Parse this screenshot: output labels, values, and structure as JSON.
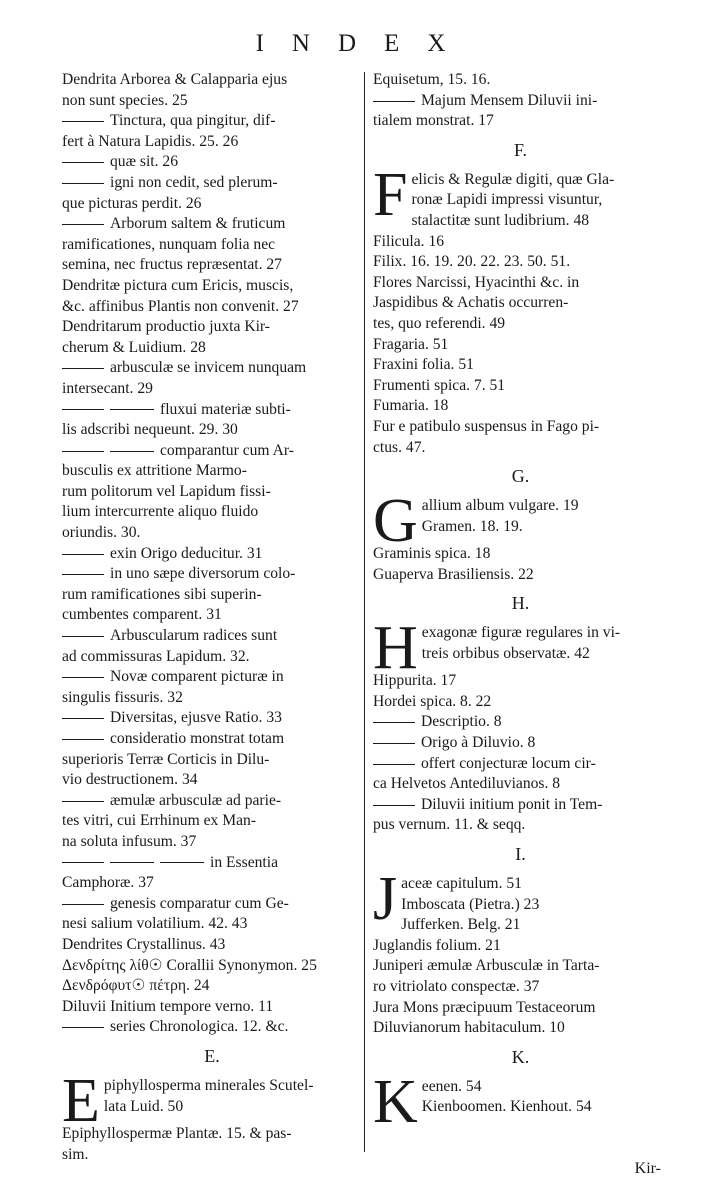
{
  "header": {
    "title": "INDEX"
  },
  "left_column": [
    {
      "lines": [
        "Dendrita Arborea & Calapparia ejus",
        "non sunt species. 25"
      ]
    },
    {
      "dash": true,
      "lines": [
        "Tinctura, qua pingitur, dif-",
        "fert à Natura Lapidis. 25. 26"
      ]
    },
    {
      "dash": true,
      "lines": [
        "quæ sit. 26"
      ]
    },
    {
      "dash": true,
      "lines": [
        "igni non cedit, sed plerum-",
        "que picturas perdit. 26"
      ]
    },
    {
      "dash": true,
      "lines": [
        "Arborum saltem & fruticum",
        "ramificationes, nunquam folia nec",
        "semina, nec fructus repræsentat. 27"
      ]
    },
    {
      "lines": [
        "Dendritæ pictura cum Ericis, muscis,",
        "&c. affinibus Plantis non convenit. 27"
      ]
    },
    {
      "lines": [
        "Dendritarum productio juxta Kir-",
        "cherum & Luidium. 28"
      ]
    },
    {
      "dash": true,
      "lines": [
        "arbusculæ se invicem nunquam",
        "intersecant. 29"
      ]
    },
    {
      "dash": true,
      "dash2": true,
      "lines": [
        "fluxui materiæ subti-",
        "lis adscribi nequeunt. 29. 30"
      ]
    },
    {
      "dash": true,
      "dash2": true,
      "lines": [
        "comparantur cum Ar-",
        "busculis ex attritione Marmo-",
        "rum politorum vel Lapidum fissi-",
        "lium intercurrente aliquo fluido",
        "oriundis. 30."
      ]
    },
    {
      "dash": true,
      "lines": [
        "exin Origo deducitur. 31"
      ]
    },
    {
      "dash": true,
      "lines": [
        "in uno sæpe diversorum colo-",
        "rum ramificationes sibi superin-",
        "cumbentes comparent. 31"
      ]
    },
    {
      "dash": true,
      "lines": [
        "Arbuscularum radices sunt",
        "ad commissuras Lapidum. 32."
      ]
    },
    {
      "dash": true,
      "lines": [
        "Novæ comparent picturæ in",
        "singulis fissuris. 32"
      ]
    },
    {
      "dash": true,
      "lines": [
        "Diversitas, ejusve Ratio. 33"
      ]
    },
    {
      "dash": true,
      "lines": [
        "consideratio monstrat totam",
        "superioris Terræ Corticis in Dilu-",
        "vio destructionem. 34"
      ]
    },
    {
      "dash": true,
      "lines": [
        "æmulæ arbusculæ ad parie-",
        "tes vitri, cui Errhinum ex Man-",
        "na soluta infusum. 37"
      ]
    },
    {
      "dash": true,
      "dash2": true,
      "triple": true,
      "lines": [
        "in Essentia",
        "Camphoræ. 37"
      ]
    },
    {
      "dash": true,
      "lines": [
        "genesis comparatur cum Ge-",
        "nesi salium volatilium. 42. 43"
      ]
    },
    {
      "lines": [
        "Dendrites Crystallinus. 43"
      ]
    },
    {
      "lines": [
        "Δενδρίτης λίθ☉ Corallii Synonymon. 25"
      ]
    },
    {
      "lines": [
        "Δενδρόφυτ☉ πέτρη. 24"
      ]
    },
    {
      "lines": [
        "Diluvii Initium tempore verno. 11"
      ]
    },
    {
      "dash": true,
      "lines": [
        "series Chronologica. 12. &c."
      ]
    }
  ],
  "section_e": {
    "letter": "E.",
    "entries": [
      {
        "dropcap": "E",
        "lines": [
          "piphyllosperma minerales Scutel-",
          "lata Luid. 50"
        ]
      },
      {
        "lines": [
          "Epiphyllospermæ Plantæ. 15. & pas-",
          "sim."
        ]
      }
    ]
  },
  "right_column": {
    "pre": [
      {
        "lines": [
          "Equisetum, 15. 16."
        ]
      },
      {
        "dash": true,
        "lines": [
          "Majum Mensem Diluvii ini-",
          "tialem monstrat. 17"
        ]
      }
    ],
    "sections": [
      {
        "letter": "F.",
        "entries": [
          {
            "dropcap": "F",
            "lines": [
              "elicis & Regulæ digiti, quæ Gla-",
              "ronæ Lapidi impressi visuntur,",
              "stalactitæ sunt ludibrium. 48"
            ]
          },
          {
            "lines": [
              "Filicula. 16"
            ]
          },
          {
            "lines": [
              "Filix. 16. 19. 20. 22. 23. 50. 51."
            ]
          },
          {
            "lines": [
              "Flores Narcissi, Hyacinthi &c. in",
              "Jaspidibus & Achatis occurren-",
              "tes, quo referendi. 49"
            ]
          },
          {
            "lines": [
              "Fragaria. 51"
            ]
          },
          {
            "lines": [
              "Fraxini folia. 51"
            ]
          },
          {
            "lines": [
              "Frumenti spica. 7. 51"
            ]
          },
          {
            "lines": [
              "Fumaria. 18"
            ]
          },
          {
            "lines": [
              "Fur e patibulo suspensus in Fago pi-",
              "ctus. 47."
            ]
          }
        ]
      },
      {
        "letter": "G.",
        "entries": [
          {
            "dropcap": "G",
            "lines": [
              "allium album vulgare. 19",
              "Gramen. 18. 19."
            ]
          },
          {
            "lines": [
              "Graminis spica. 18"
            ]
          },
          {
            "lines": [
              "Guaperva Brasiliensis. 22"
            ]
          }
        ]
      },
      {
        "letter": "H.",
        "entries": [
          {
            "dropcap": "H",
            "lines": [
              "exagonæ figuræ regulares in vi-",
              "treis orbibus observatæ. 42"
            ]
          },
          {
            "lines": [
              "Hippurita. 17"
            ]
          },
          {
            "lines": [
              "Hordei spica. 8. 22"
            ]
          },
          {
            "dash": true,
            "lines": [
              "Descriptio. 8"
            ]
          },
          {
            "dash": true,
            "lines": [
              "Origo à Diluvio. 8"
            ]
          },
          {
            "dash": true,
            "lines": [
              "offert conjecturæ locum cir-",
              "ca Helvetos Antediluvianos. 8"
            ]
          },
          {
            "dash": true,
            "lines": [
              "Diluvii initium ponit in Tem-",
              "pus vernum. 11. & seqq."
            ]
          }
        ]
      },
      {
        "letter": "I.",
        "entries": [
          {
            "dropcap": "J",
            "lines": [
              "aceæ capitulum. 51",
              "Imboscata (Pietra.) 23",
              "Jufferken. Belg. 21"
            ]
          },
          {
            "lines": [
              "Juglandis folium. 21"
            ]
          },
          {
            "lines": [
              "Juniperi æmulæ Arbusculæ in Tarta-",
              "ro vitriolato conspectæ. 37"
            ]
          },
          {
            "lines": [
              "Jura Mons præcipuum Testaceorum",
              "Diluvianorum habitaculum. 10"
            ]
          }
        ]
      },
      {
        "letter": "K.",
        "entries": [
          {
            "dropcap": "K",
            "lines": [
              "eenen. 54",
              "Kienboomen. Kienhout. 54"
            ]
          }
        ]
      }
    ]
  },
  "catchword": "Kir-"
}
